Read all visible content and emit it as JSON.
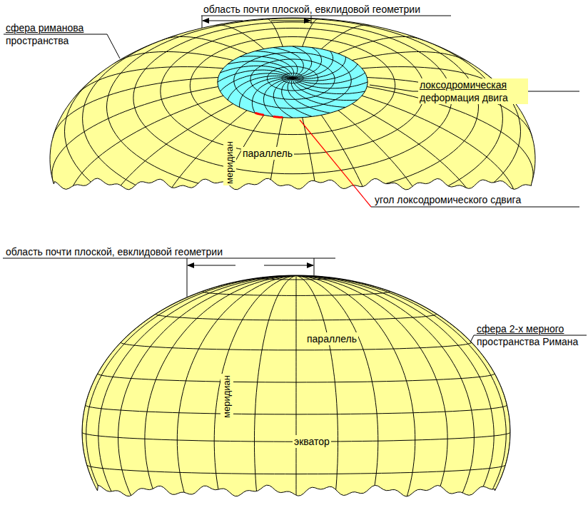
{
  "diagram": {
    "labels": [
      "область почти плоской, евклидовой геометрии",
      "сфера риманова пространства",
      "локсодромическая деформация двига",
      "угол локсодромического сдвига",
      "меридиан",
      "параллель",
      "область почти плоской, евклидовой геометрии",
      "сфера 2-х мерного пространства Римана",
      "параллель",
      "меридиан",
      "экватор"
    ]
  }
}
